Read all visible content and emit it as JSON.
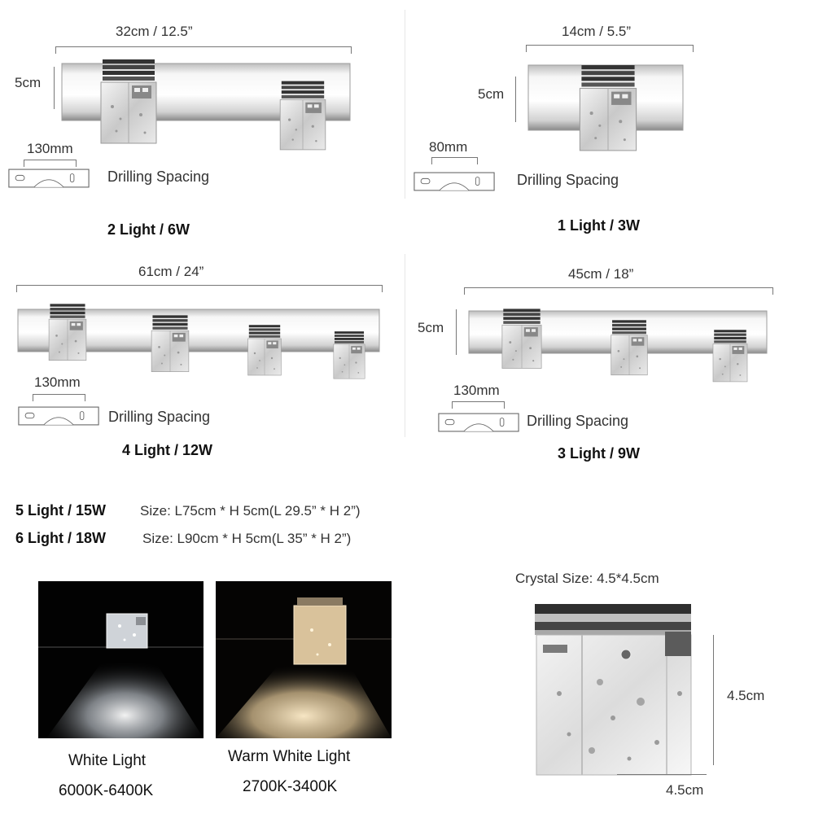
{
  "panels": {
    "two_light": {
      "width_label": "32cm / 12.5”",
      "height_label": "5cm",
      "drill_label": "130mm",
      "drill_caption": "Drilling Spacing",
      "title": "2 Light / 6W"
    },
    "one_light": {
      "width_label": "14cm / 5.5”",
      "height_label": "5cm",
      "drill_label": "80mm",
      "drill_caption": "Drilling Spacing",
      "title": "1 Light / 3W"
    },
    "four_light": {
      "width_label": "61cm / 24”",
      "drill_label": "130mm",
      "drill_caption": "Drilling Spacing",
      "title": "4 Light / 12W"
    },
    "three_light": {
      "width_label": "45cm / 18”",
      "height_label": "5cm",
      "drill_label": "130mm",
      "drill_caption": "Drilling Spacing",
      "title": "3 Light / 9W"
    }
  },
  "extra_models": [
    {
      "title": "5 Light / 15W",
      "size": "Size: L75cm * H 5cm(L 29.5” * H 2”)"
    },
    {
      "title": "6 Light / 18W",
      "size": "Size: L90cm * H 5cm(L 35” * H 2”)"
    }
  ],
  "light_modes": [
    {
      "label": "White Light",
      "temperature": "6000K-6400K",
      "color": "#eef3ff"
    },
    {
      "label": "Warm White Light",
      "temperature": "2700K-3400K",
      "color": "#f3d9ad"
    }
  ],
  "crystal": {
    "title": "Crystal Size: 4.5*4.5cm",
    "height_label": "4.5cm",
    "width_label": "4.5cm"
  }
}
